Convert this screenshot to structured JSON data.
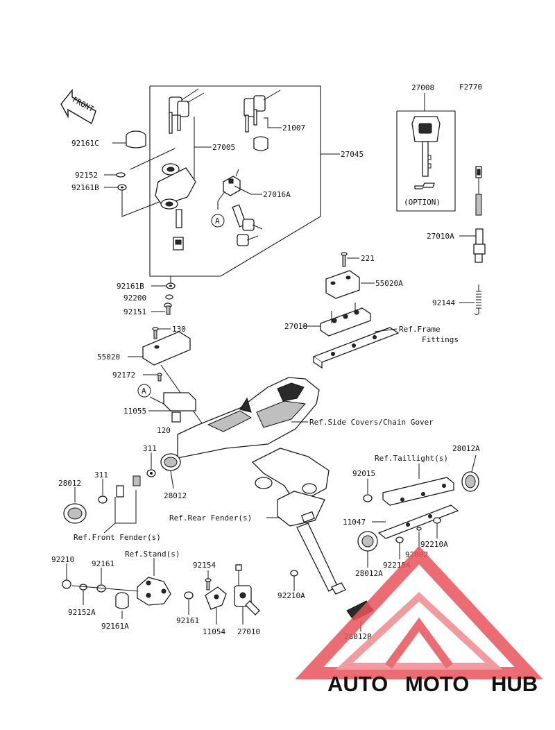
{
  "diagram": {
    "figure_code": "F2770",
    "front_label": "FRONT",
    "option_label": "(OPTION)",
    "labels": {
      "p27008": "27008",
      "p92161C": "92161C",
      "p27005": "27005",
      "p21007": "21007",
      "p27045": "27045",
      "p92152": "92152",
      "p92161B_top": "92161B",
      "p27016A": "27016A",
      "circleA": "A",
      "p27010A": "27010A",
      "p92144": "92144",
      "p221": "221",
      "p55020A": "55020A",
      "p92161B_low": "92161B",
      "p92200": "92200",
      "p92151": "92151",
      "p27018": "27018",
      "refFrame1": "Ref.Frame",
      "refFrame2": "Fittings",
      "p130": "130",
      "p55020": "55020",
      "p92172": "92172",
      "circleA2": "A",
      "p11055": "11055",
      "p120": "120",
      "refSideCovers": "Ref.Side Covers/Chain Gover",
      "p311_a": "311",
      "p311_b": "311",
      "p28012_left": "28012",
      "p28012_mid": "28012",
      "refFrontFender": "Ref.Front Fender(s)",
      "p28012A_top": "28012A",
      "refTaillight": "Ref.Taillight(s)",
      "p92015": "92015",
      "p11047": "11047",
      "refRearFender": "Ref.Rear Fender(s)",
      "p92210A_r1": "92210A",
      "p92002": "92002",
      "p92210A_r2": "92210A",
      "p28012A_low": "28012A",
      "p92210": "92210",
      "p92161_a": "92161",
      "refStand": "Ref.Stand(s)",
      "p92154": "92154",
      "p92152A": "92152A",
      "p92161A": "92161A",
      "p92161_b": "92161",
      "p11054": "11054",
      "p27010": "27010",
      "p92210A_c": "92210A",
      "p28012B": "28012B"
    }
  },
  "watermark": {
    "word_1": "AUTO",
    "word_2": "MOTO",
    "word_3": "HUB",
    "color_auto": "#f2a64a",
    "color_moto": "#e8535a",
    "color_hub": "#4a4a4a"
  }
}
